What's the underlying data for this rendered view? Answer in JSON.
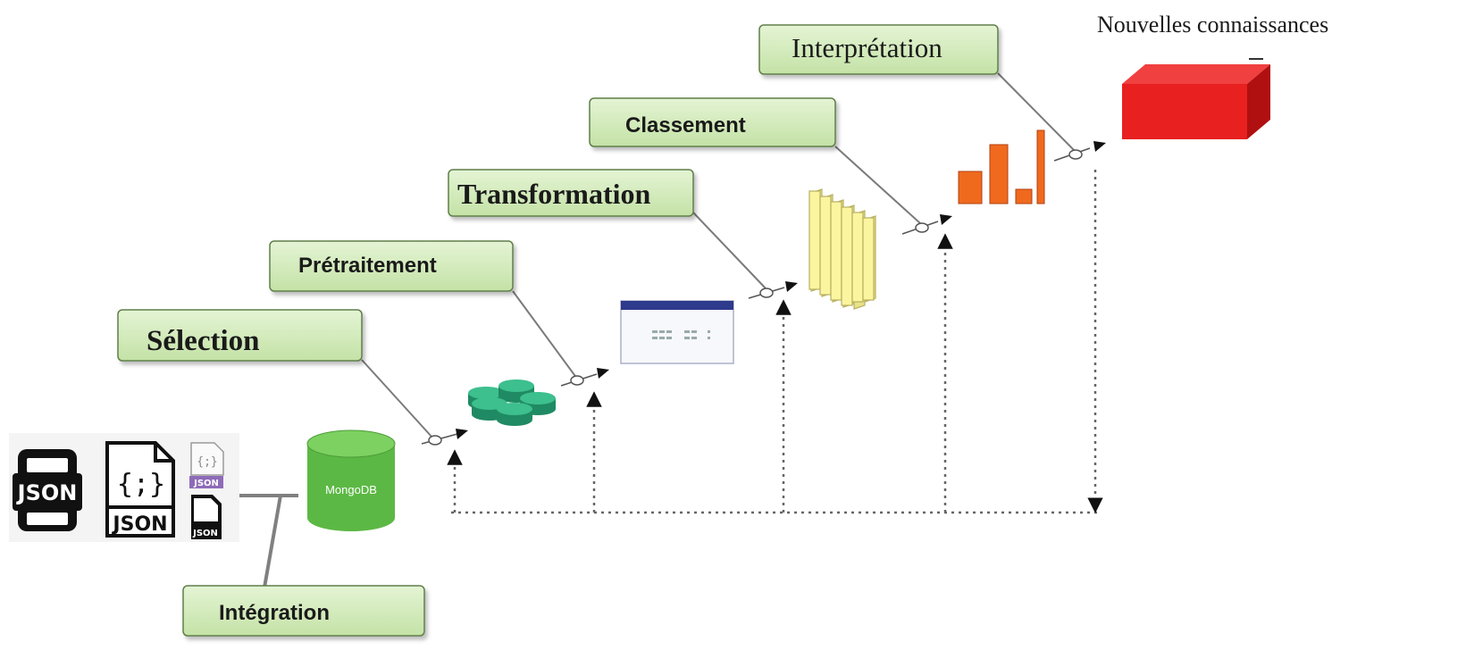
{
  "steps": {
    "selection": "Sélection",
    "pretraitement": "Prétraitement",
    "transformation": "Transformation",
    "classement": "Classement",
    "interpretation": "Interprétation",
    "integration": "Intégration"
  },
  "output_label": "Nouvelles connaissances",
  "database_label": "MongoDB",
  "json_label": "JSON",
  "json_brace": "{;}",
  "colors": {
    "box_fill": "#cfe8b6",
    "box_stroke": "#5f7f4a",
    "db_green": "#5cb844",
    "cluster_teal": "#2aa37a",
    "yellow_bars": "#fbf5a0",
    "orange_bars": "#f06a1e",
    "output_red": "#e02020"
  }
}
